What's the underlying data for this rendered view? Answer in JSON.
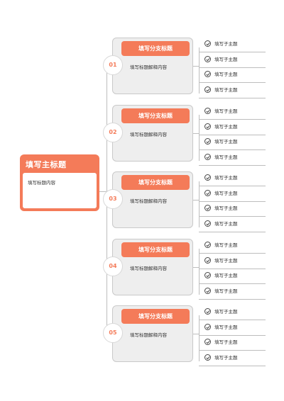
{
  "main": {
    "title": "填写主标题",
    "desc": "填写标题内容"
  },
  "branches": [
    {
      "num": "01",
      "title": "填写分支标题",
      "desc": "填写标题解释内容",
      "subs": [
        "填写子主题",
        "填写子主题",
        "填写子主题",
        "填写子主题"
      ]
    },
    {
      "num": "02",
      "title": "填写分支标题",
      "desc": "填写标题解释内容",
      "subs": [
        "填写子主题",
        "填写子主题",
        "填写子主题",
        "填写子主题"
      ]
    },
    {
      "num": "03",
      "title": "填写分支标题",
      "desc": "填写标题解释内容",
      "subs": [
        "填写子主题",
        "填写子主题",
        "填写子主题",
        "填写子主题"
      ]
    },
    {
      "num": "04",
      "title": "填写分支标题",
      "desc": "填写标题解释内容",
      "subs": [
        "填写子主题",
        "填写子主题",
        "填写子主题",
        "填写子主题"
      ]
    },
    {
      "num": "05",
      "title": "填写分支标题",
      "desc": "填写标题解释内容",
      "subs": [
        "填写子主题",
        "填写子主题",
        "填写子主题",
        "填写子主题"
      ]
    }
  ],
  "colors": {
    "accent": "#f47b59",
    "box_bg": "#eeeeee",
    "line": "#bdbdbd"
  },
  "icons": {
    "sub_item": "check-circle-icon"
  }
}
